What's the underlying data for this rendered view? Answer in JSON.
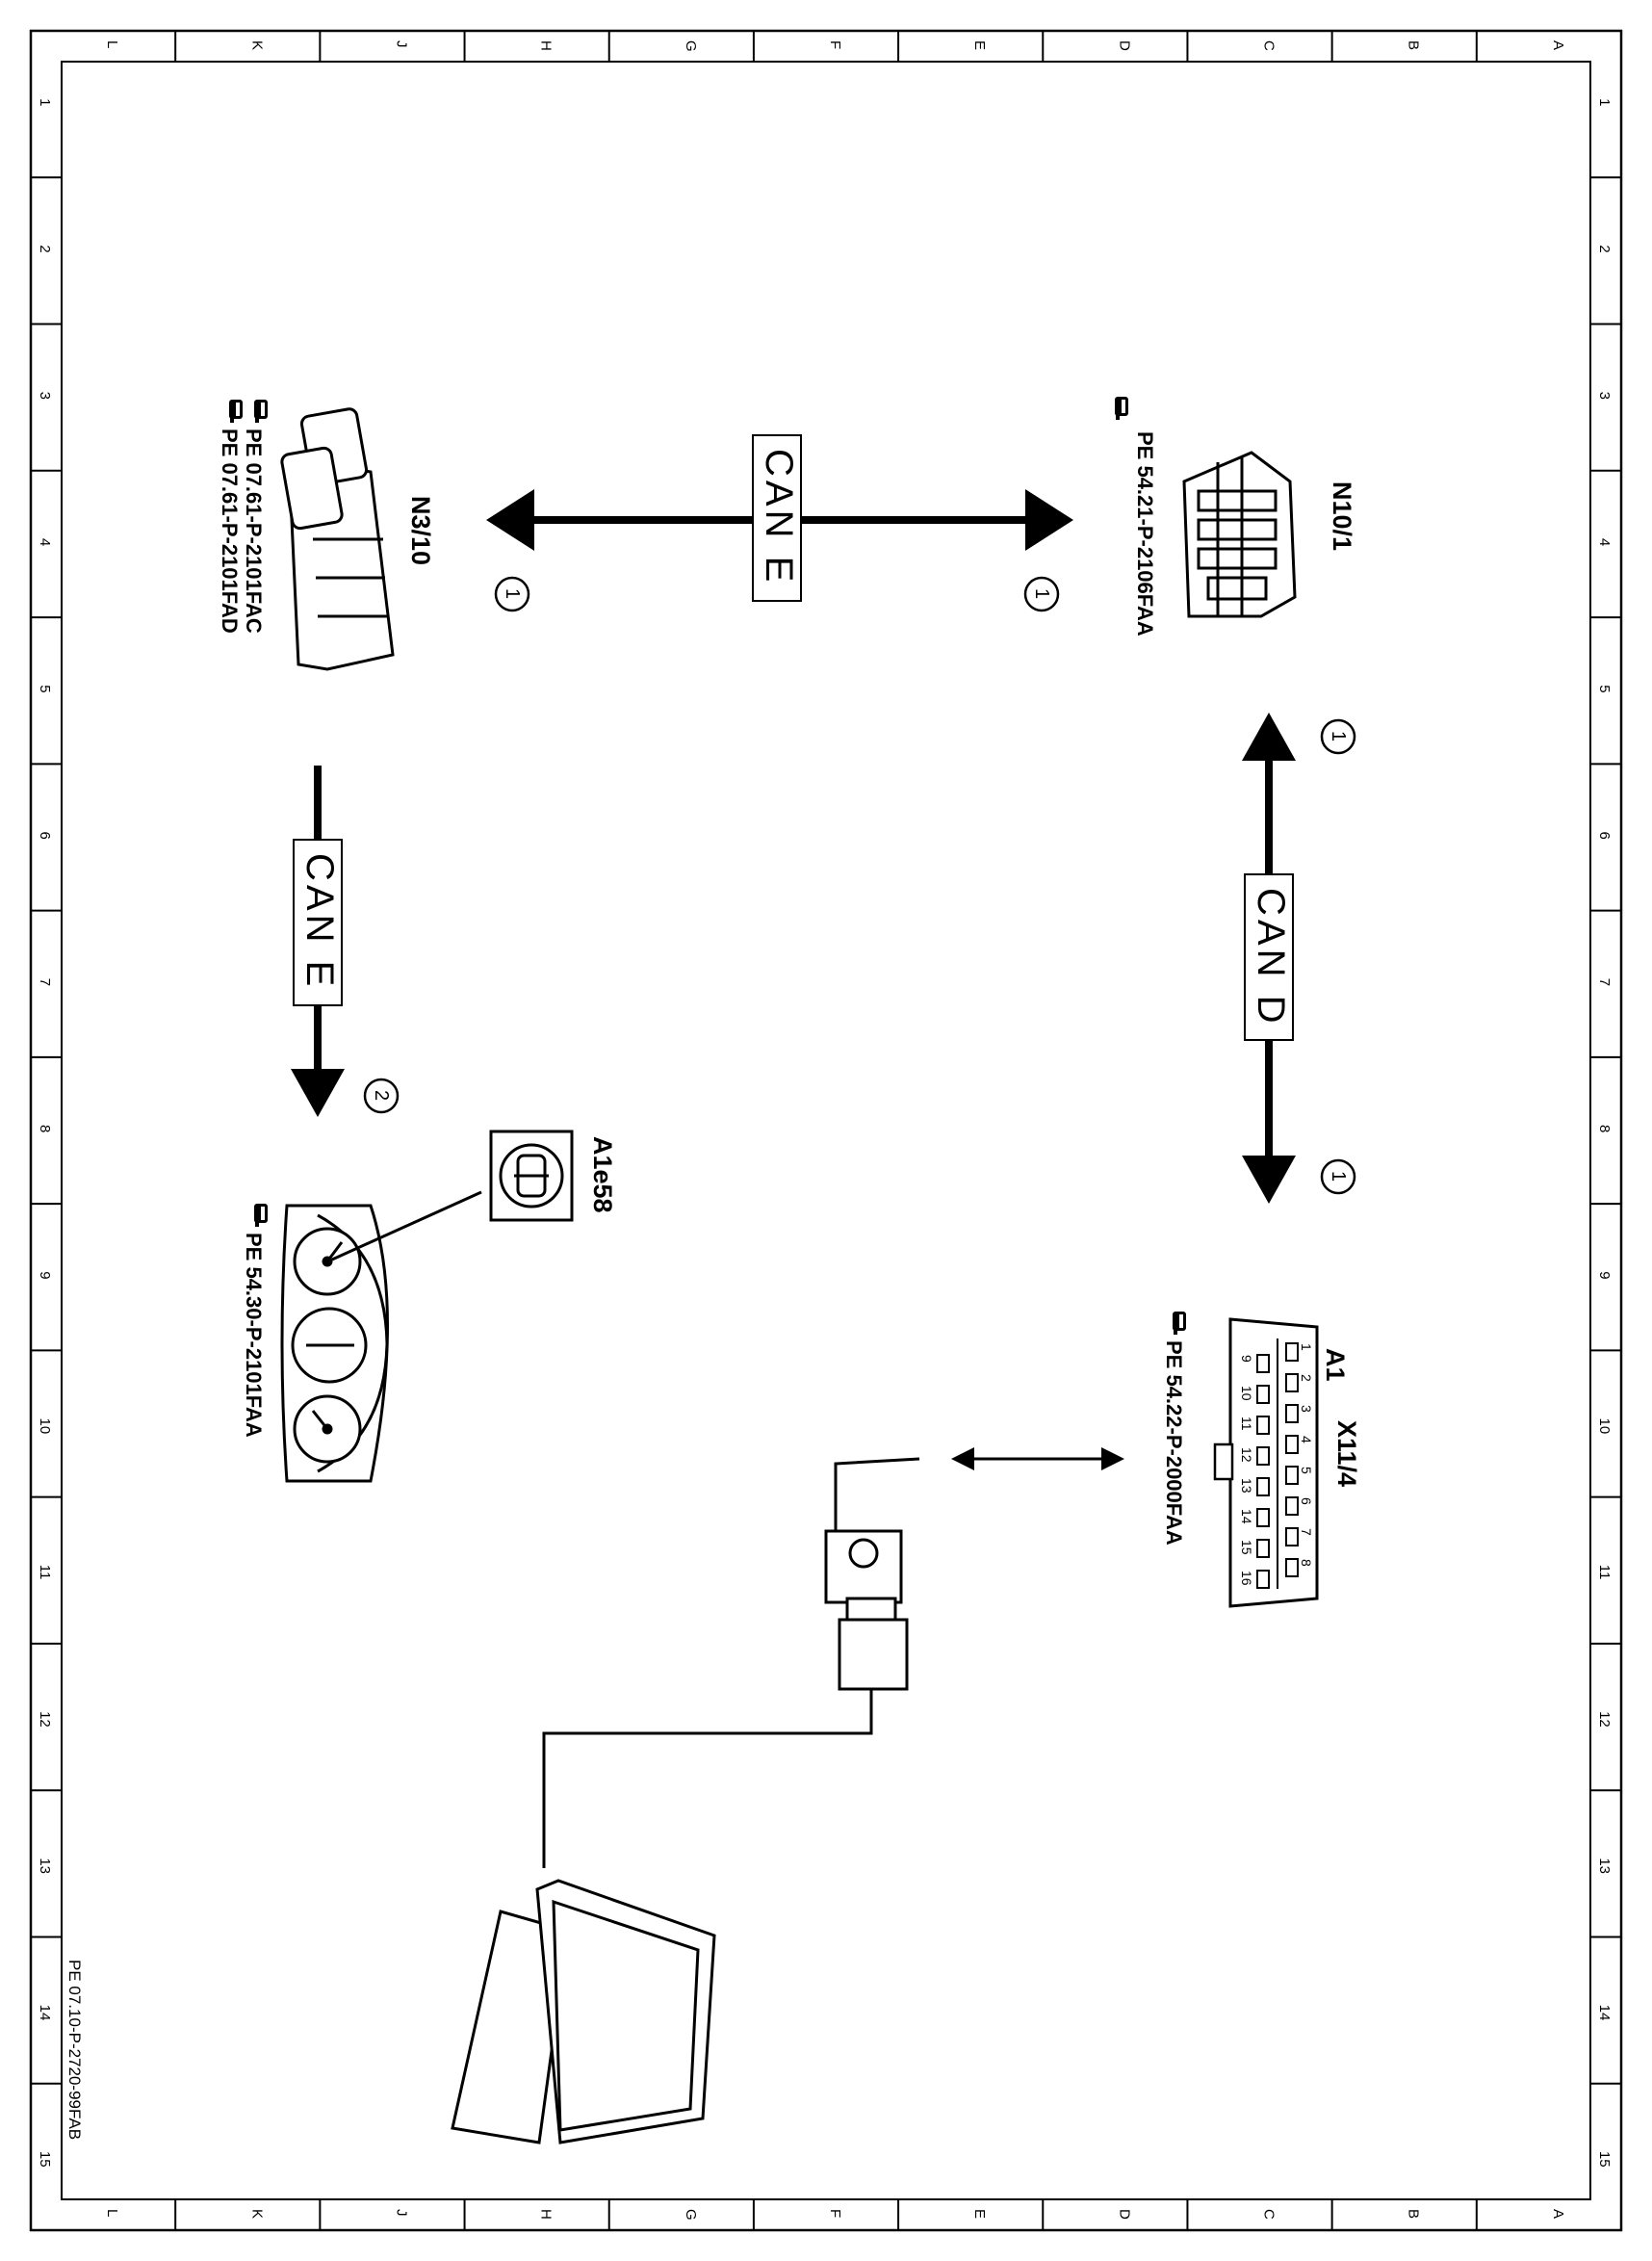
{
  "frame": {
    "column_letters": [
      "L",
      "K",
      "J",
      "H",
      "G",
      "F",
      "E",
      "D",
      "C",
      "B",
      "A"
    ],
    "row_numbers": [
      "1",
      "2",
      "3",
      "4",
      "5",
      "6",
      "7",
      "8",
      "9",
      "10",
      "11",
      "12",
      "13",
      "14",
      "15"
    ]
  },
  "components": {
    "n10_1": {
      "name": "N10/1",
      "ref": "PE 54.21-P-2106FAA"
    },
    "n3_10": {
      "name": "N3/10",
      "ref1": "PE 07.61-P-2101FAC",
      "ref2": "PE 07.61-P-2101FAD"
    },
    "x11_4": {
      "name": "X11/4",
      "ref": "PE 54.22-P-2000FAA",
      "pins_top": [
        "1",
        "2",
        "3",
        "4",
        "5",
        "6",
        "7",
        "8"
      ],
      "pins_bottom": [
        "9",
        "10",
        "11",
        "12",
        "13",
        "14",
        "15",
        "16"
      ]
    },
    "a1": {
      "name": "A1",
      "ref": "PE 54.30-P-2101FAA"
    },
    "a1e58": {
      "name": "A1e58"
    }
  },
  "buses": {
    "can_e_top": "CAN E",
    "can_d": "CAN D",
    "can_e_left": "CAN E"
  },
  "markers": {
    "m1": "1",
    "m2": "2"
  },
  "doc_id": "PE 07.10-P-2720-99FAB",
  "ref_icon": "pointing-hand-reference-icon"
}
